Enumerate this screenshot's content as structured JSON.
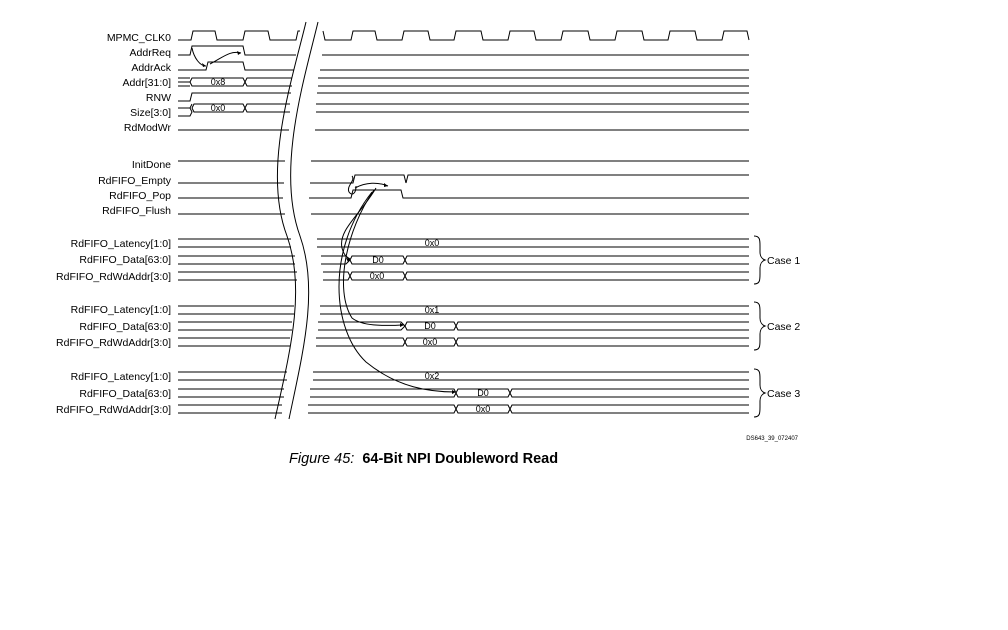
{
  "signals": [
    "MPMC_CLK0",
    "AddrReq",
    "AddrAck",
    "Addr[31:0]",
    "RNW",
    "Size[3:0]",
    "RdModWr",
    "InitDone",
    "RdFIFO_Empty",
    "RdFIFO_Pop",
    "RdFIFO_Flush",
    "RdFIFO_Latency[1:0]",
    "RdFIFO_Data[63:0]",
    "RdFIFO_RdWdAddr[3:0]",
    "RdFIFO_Latency[1:0]",
    "RdFIFO_Data[63:0]",
    "RdFIFO_RdWdAddr[3:0]",
    "RdFIFO_Latency[1:0]",
    "RdFIFO_Data[63:0]",
    "RdFIFO_RdWdAddr[3:0]"
  ],
  "values": {
    "addr": "0x8",
    "size": "0x0",
    "latency": [
      "0x0",
      "0x1",
      "0x2"
    ],
    "data": "D0",
    "rdwdaddr": "0x0"
  },
  "cases": [
    "Case 1",
    "Case 2",
    "Case 3"
  ],
  "doc_id": "DS643_39_072407",
  "caption": {
    "prefix": "Figure 45:",
    "title": "64-Bit NPI Doubleword Read"
  }
}
